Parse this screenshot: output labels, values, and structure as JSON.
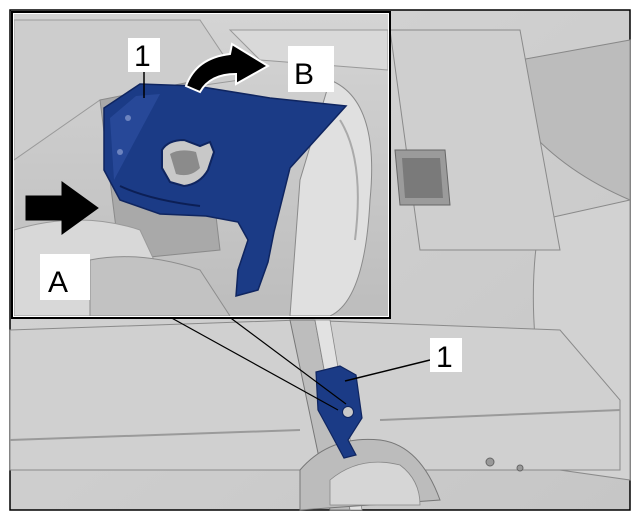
{
  "callouts": {
    "part_number_inset": "1",
    "part_number_main": "1",
    "arrow_a_letter": "A",
    "arrow_b_letter": "B"
  },
  "colors": {
    "part": "#1b3b86",
    "part_dark": "#0f2560",
    "panel_light": "#d9d9d9",
    "panel_mid": "#c4c4c4",
    "frame": "#000000"
  },
  "icons": {
    "arrow_a": "push-arrow-right-icon",
    "arrow_b": "rotate-arrow-right-icon"
  }
}
